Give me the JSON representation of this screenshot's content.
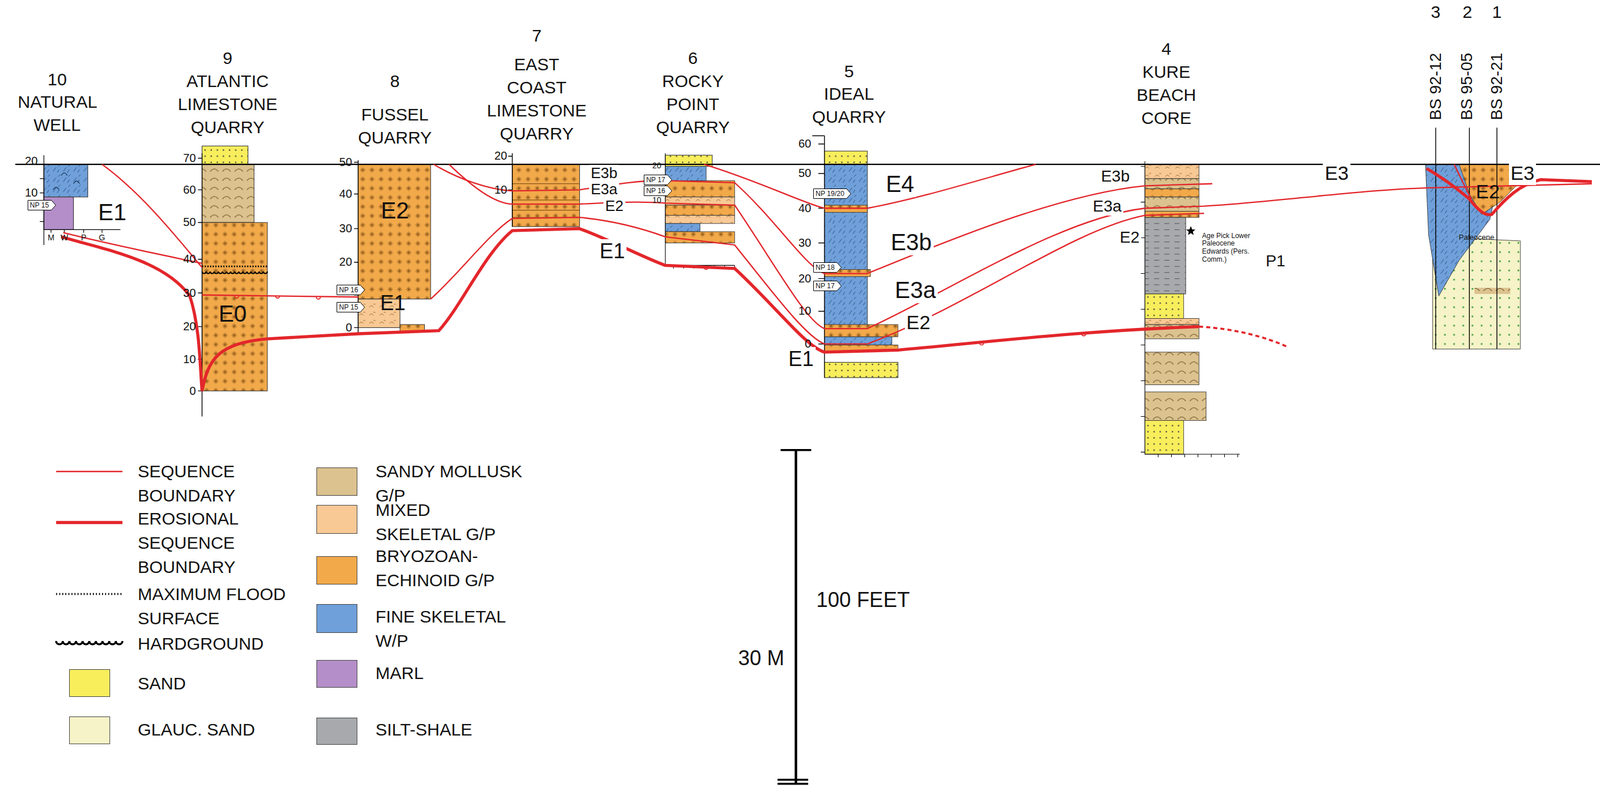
{
  "diagram": {
    "nodes": [
      {
        "text": [
          "NP 15"
        ]
      },
      {
        "text": [
          "NP 16"
        ]
      },
      {
        "text": [
          "NP 15"
        ]
      },
      {
        "text": [
          "NP 17"
        ]
      },
      {
        "text": [
          "NP 16"
        ]
      },
      {
        "text": [
          "NP 19/20"
        ]
      },
      {
        "text": [
          "NP 18"
        ]
      },
      {
        "text": [
          "NP 17"
        ]
      }
    ],
    "labels": [
      "10",
      "NATURAL WELL",
      "9",
      "ATLANTIC LIMESTONE QUARRY",
      "8",
      "FUSSEL QUARRY",
      "7",
      "EAST COAST LIMESTONE QUARRY",
      "6",
      "ROCKY POINT QUARRY",
      "5",
      "IDEAL QUARRY",
      "4",
      "KURE BEACH CORE",
      "3",
      "2",
      "1",
      "BS 92-12",
      "BS 95-05",
      "BS 92-21",
      "E1",
      "E0",
      "E2",
      "E1",
      "E3b",
      "E3a",
      "E2",
      "E1",
      "E4",
      "E3b",
      "E3a",
      "E2",
      "E1",
      "E3b",
      "E3a",
      "E2",
      "P1",
      "E3",
      "E2",
      "E3",
      "Paleocene",
      "Age Pick Lower Paleocene Edwards (Pers. Comm.)",
      "20",
      "10",
      "70",
      "60",
      "50",
      "40",
      "30",
      "20",
      "10",
      "0",
      "50",
      "40",
      "30",
      "20",
      "0",
      "20",
      "10",
      "20",
      "10",
      "60",
      "50",
      "40",
      "30",
      "20",
      "10",
      "0",
      "M",
      "W",
      "P",
      "G",
      "100 FEET",
      "30 M"
    ],
    "legend": [
      {
        "text": "SEQUENCE BOUNDARY"
      },
      {
        "text": "EROSIONAL SEQUENCE BOUNDARY"
      },
      {
        "text": "MAXIMUM FLOOD SURFACE"
      },
      {
        "text": "HARDGROUND"
      },
      {
        "text": "SAND",
        "color": "#f8ee5c"
      },
      {
        "text": "GLAUC. SAND",
        "color": "#f5f3c7"
      },
      {
        "text": "SANDY MOLLUSK G/P",
        "color": "#dcc28e"
      },
      {
        "text": "MIXED SKELETAL G/P",
        "color": "#f8c995"
      },
      {
        "text": "BRYOZOAN-ECHINOID G/P",
        "color": "#f2a94a"
      },
      {
        "text": "FINE SKELETAL W/P",
        "color": "#6fa0da"
      },
      {
        "text": "MARL",
        "color": "#b48ec8"
      },
      {
        "text": "SILT-SHALE",
        "color": "#a7a9ac"
      }
    ]
  }
}
